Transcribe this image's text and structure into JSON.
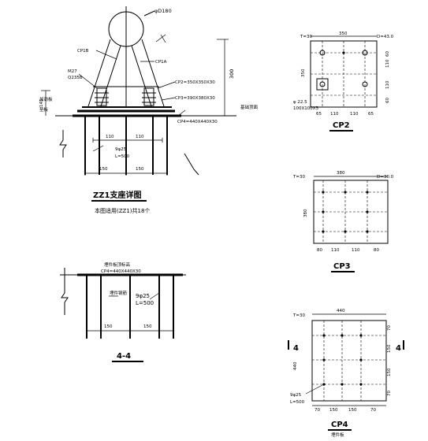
{
  "zz1": {
    "pipe": "φD180",
    "cp1b": "CP1B",
    "cp1a": "CP1A",
    "bolt": "M27",
    "bolt_grade": "Q235B",
    "cp2": "CP2=350X350X30",
    "cp3": "CP3=390X380X30",
    "cp4": "CP4=440X440X30",
    "dim_145": "145",
    "dim_300": "300",
    "dim_110a": "110",
    "dim_110b": "110",
    "rebar": "9φ25",
    "length": "L=500",
    "dim_150a": "150",
    "dim_150b": "150",
    "title": "ZZ1支座详图",
    "subtitle": "本图适用(ZZ1)共18个",
    "note_left_1": "加劲板",
    "note_left_2": "垫板",
    "note_right": "基础顶面"
  },
  "cp2": {
    "t": "T=30",
    "width": "350",
    "d": "D=43.0",
    "height": "350",
    "hole": "φ 22.5",
    "hole_note": "100X100X3",
    "right_dims": [
      "60",
      "110",
      "110",
      "60"
    ],
    "bottom_dims": [
      "65",
      "110",
      "110",
      "65"
    ],
    "label": "CP2"
  },
  "cp3": {
    "t": "T=30",
    "width": "380",
    "d": "D=30.0",
    "height": "380",
    "bottom_dims": [
      "80",
      "110",
      "110",
      "80"
    ],
    "label": "CP3"
  },
  "cp4": {
    "t": "T=30",
    "width": "440",
    "left_dim": "440",
    "section_mark": "4",
    "right_dims": [
      "70",
      "150",
      "150",
      "70"
    ],
    "bottom_dims": [
      "70",
      "150",
      "150",
      "70"
    ],
    "rebar": "9φ25",
    "length": "L=500",
    "label": "CP4",
    "sublabel": "埋件板"
  },
  "sec44": {
    "top_note": "埋件板顶标高",
    "cp4": "CP4=440X440X30",
    "side_note": "埋件钢筋",
    "rebar": "9φ25",
    "length": "L=500",
    "dim_150a": "150",
    "dim_150b": "150",
    "label": "4-4"
  }
}
